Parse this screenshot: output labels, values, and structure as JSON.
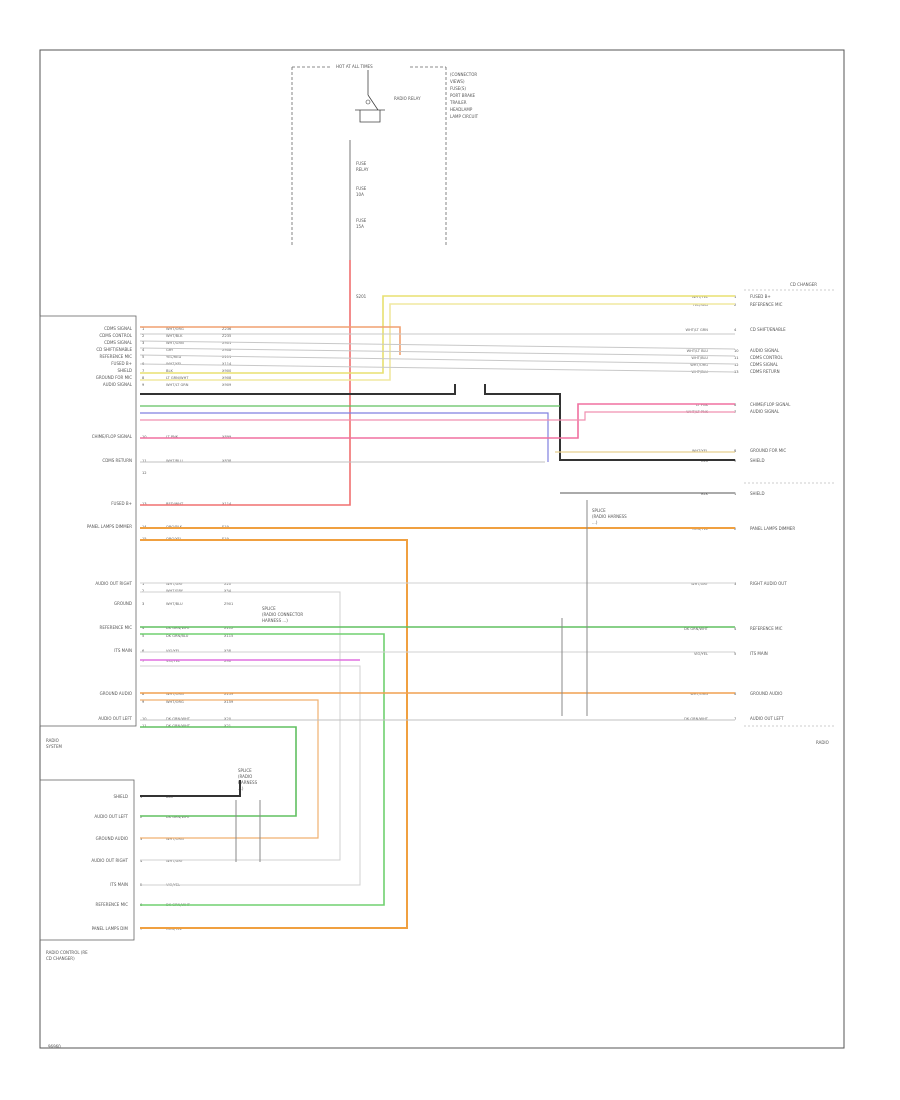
{
  "fuse_box": {
    "header": "HOT AT ALL TIMES",
    "notes": [
      "(CONNECTOR",
      "VIEWS)",
      "FUSE(S)",
      "PORT BRAKE",
      "TRAILER",
      "HEADLAMP",
      "LAMP CIRCUIT"
    ],
    "relay_label": "RADIO RELAY",
    "fuse_lines": [
      "FUSE",
      "RELAY",
      "FUSE",
      "10A",
      "FUSE",
      "15A"
    ],
    "splice_label": "S201"
  },
  "radio_left": {
    "pins": [
      {
        "n": "1",
        "label": "CDMS SIGNAL",
        "wire": "WHT/ORG",
        "circuit": "Z236"
      },
      {
        "n": "2",
        "label": "CDMS CONTROL",
        "wire": "WHT/BLK",
        "circuit": "Z235"
      },
      {
        "n": "3",
        "label": "CDMS SIGNAL",
        "wire": "WHT/GRN",
        "circuit": "X901"
      },
      {
        "n": "4",
        "label": "CD SHIFT/ENABLE",
        "wire": "GRY",
        "circuit": "X908"
      },
      {
        "n": "5",
        "label": "REFERENCE MIC",
        "wire": "YEL/RED",
        "circuit": "X111"
      },
      {
        "n": "6",
        "label": "FUSED B+",
        "wire": "WHT/YEL",
        "circuit": "X114"
      },
      {
        "n": "7",
        "label": "SHIELD",
        "wire": "BLK",
        "circuit": "X900"
      },
      {
        "n": "8",
        "label": "GROUND FOR MIC",
        "wire": "LT GRN/WHT",
        "circuit": "X908"
      },
      {
        "n": "9",
        "label": "AUDIO SIGNAL",
        "wire": "WHT/LT GRN",
        "circuit": "X909"
      },
      {
        "n": "10",
        "label": "CHIME/FLOP SIGNAL",
        "wire": "LT PNK",
        "circuit": "X899"
      },
      {
        "n": "11",
        "label": "CDMS RETURN",
        "wire": "WHT/BLU",
        "circuit": "X838"
      },
      {
        "n": "12",
        "label": "",
        "wire": "",
        "circuit": ""
      },
      {
        "n": "13",
        "label": "FUSED B+",
        "wire": "RED/WHT",
        "circuit": "X114"
      },
      {
        "n": "14",
        "label": "PANEL LAMPS DIMMER",
        "wire": "ORG/BLK",
        "circuit": "E19"
      },
      {
        "n": "15",
        "label": "",
        "wire": "ORG/YEL",
        "circuit": "E19"
      }
    ],
    "pins2": [
      {
        "n": "1",
        "label": "AUDIO OUT RIGHT",
        "wire": "WHT/GRY",
        "circuit": "X20"
      },
      {
        "n": "2",
        "label": "",
        "wire": "WHT/GRY",
        "circuit": "X54"
      },
      {
        "n": "3",
        "label": "GROUND",
        "wire": "WHT/BLU",
        "circuit": "Z901"
      },
      {
        "n": "4",
        "label": "REFERENCE MIC",
        "wire": "DK GRN/WHT",
        "circuit": "X112"
      },
      {
        "n": "5",
        "label": "",
        "wire": "DK GRN/BLU",
        "circuit": "X115"
      },
      {
        "n": "6",
        "label": "ITS MAIN",
        "wire": "VIO/YEL",
        "circuit": "X58"
      },
      {
        "n": "7",
        "label": "",
        "wire": "VIO/YEL",
        "circuit": "X90"
      },
      {
        "n": "8",
        "label": "GROUND AUDIO",
        "wire": "WHT/ORG",
        "circuit": "X159"
      },
      {
        "n": "9",
        "label": "",
        "wire": "WHT/ORG",
        "circuit": "X159"
      },
      {
        "n": "10",
        "label": "AUDIO OUT LEFT",
        "wire": "DK GRN/WHT",
        "circuit": "X20"
      },
      {
        "n": "11",
        "label": "",
        "wire": "DK GRN/WHT",
        "circuit": "X21"
      }
    ],
    "note": [
      "SPLICE",
      "(RADIO CONNECTOR",
      "HARNESS ...)"
    ],
    "bottom_label": [
      "RADIO",
      "SYSTEM"
    ]
  },
  "radio_right": {
    "header": "CD CHANGER",
    "pins": [
      {
        "n": "1",
        "label": "FUSED B+",
        "wire": "WHT/YEL"
      },
      {
        "n": "2",
        "label": "REFERENCE MIC",
        "wire": "YEL/RED"
      },
      {
        "n": "4",
        "label": "CD SHIFT/ENABLE",
        "wire": "WHT/LT GRN"
      },
      {
        "n": "10",
        "label": "AUDIO SIGNAL",
        "wire": "WHT/LT BLU"
      },
      {
        "n": "11",
        "label": "CDMS CONTROL",
        "wire": "WHT/BLU"
      },
      {
        "n": "12",
        "label": "CDMS SIGNAL",
        "wire": "WHT/ORG"
      },
      {
        "n": "13",
        "label": "CDMS RETURN",
        "wire": "WHT/BLU"
      },
      {
        "n": "6",
        "label": "CHIME/FLOP SIGNAL",
        "wire": "LT PNK"
      },
      {
        "n": "7",
        "label": "AUDIO SIGNAL",
        "wire": "WHT/LT PNK"
      },
      {
        "n": "8",
        "label": "GROUND FOR MIC",
        "wire": "WHT/YEL"
      },
      {
        "n": "9",
        "label": "SHIELD",
        "wire": "BLK"
      }
    ],
    "pins2": [
      {
        "n": "1",
        "label": "SHIELD",
        "wire": "BLK"
      },
      {
        "n": "2",
        "label": "PANEL LAMPS DIMMER",
        "wire": "ORG/YEL"
      },
      {
        "n": "3",
        "label": "RIGHT AUDIO OUT",
        "wire": "WHT/GRY"
      },
      {
        "n": "4",
        "label": "REFERENCE MIC",
        "wire": "DK GRN/WHT"
      },
      {
        "n": "5",
        "label": "ITS MAIN",
        "wire": "VIO/YEL"
      },
      {
        "n": "6",
        "label": "GROUND AUDIO",
        "wire": "WHT/ORG"
      },
      {
        "n": "7",
        "label": "AUDIO OUT LEFT",
        "wire": "DK GRN/WHT"
      }
    ],
    "splice_note": [
      "SPLICE",
      "(RADIO HARNESS",
      "...)"
    ],
    "bottom_label": "RADIO"
  },
  "lower_radio": {
    "pins": [
      {
        "n": "1",
        "label": "SHIELD",
        "wire": "BLK"
      },
      {
        "n": "2",
        "label": "AUDIO OUT LEFT",
        "wire": "DK GRN/WHT"
      },
      {
        "n": "3",
        "label": "GROUND AUDIO",
        "wire": "WHT/ORG"
      },
      {
        "n": "4",
        "label": "AUDIO OUT RIGHT",
        "wire": "WHT/GRY"
      },
      {
        "n": "5",
        "label": "ITS MAIN",
        "wire": "VIO/YEL"
      },
      {
        "n": "6",
        "label": "REFERENCE MIC",
        "wire": "DK GRN/WHT"
      },
      {
        "n": "7",
        "label": "PANEL LAMPS DIM",
        "wire": "ORG/YEL"
      }
    ],
    "note": [
      "SPLICE",
      "(RADIO",
      "HARNESS",
      "...)"
    ],
    "bottom_label": [
      "RADIO CONTROL (RE",
      "CD CHANGER)"
    ]
  },
  "footer": "96960"
}
